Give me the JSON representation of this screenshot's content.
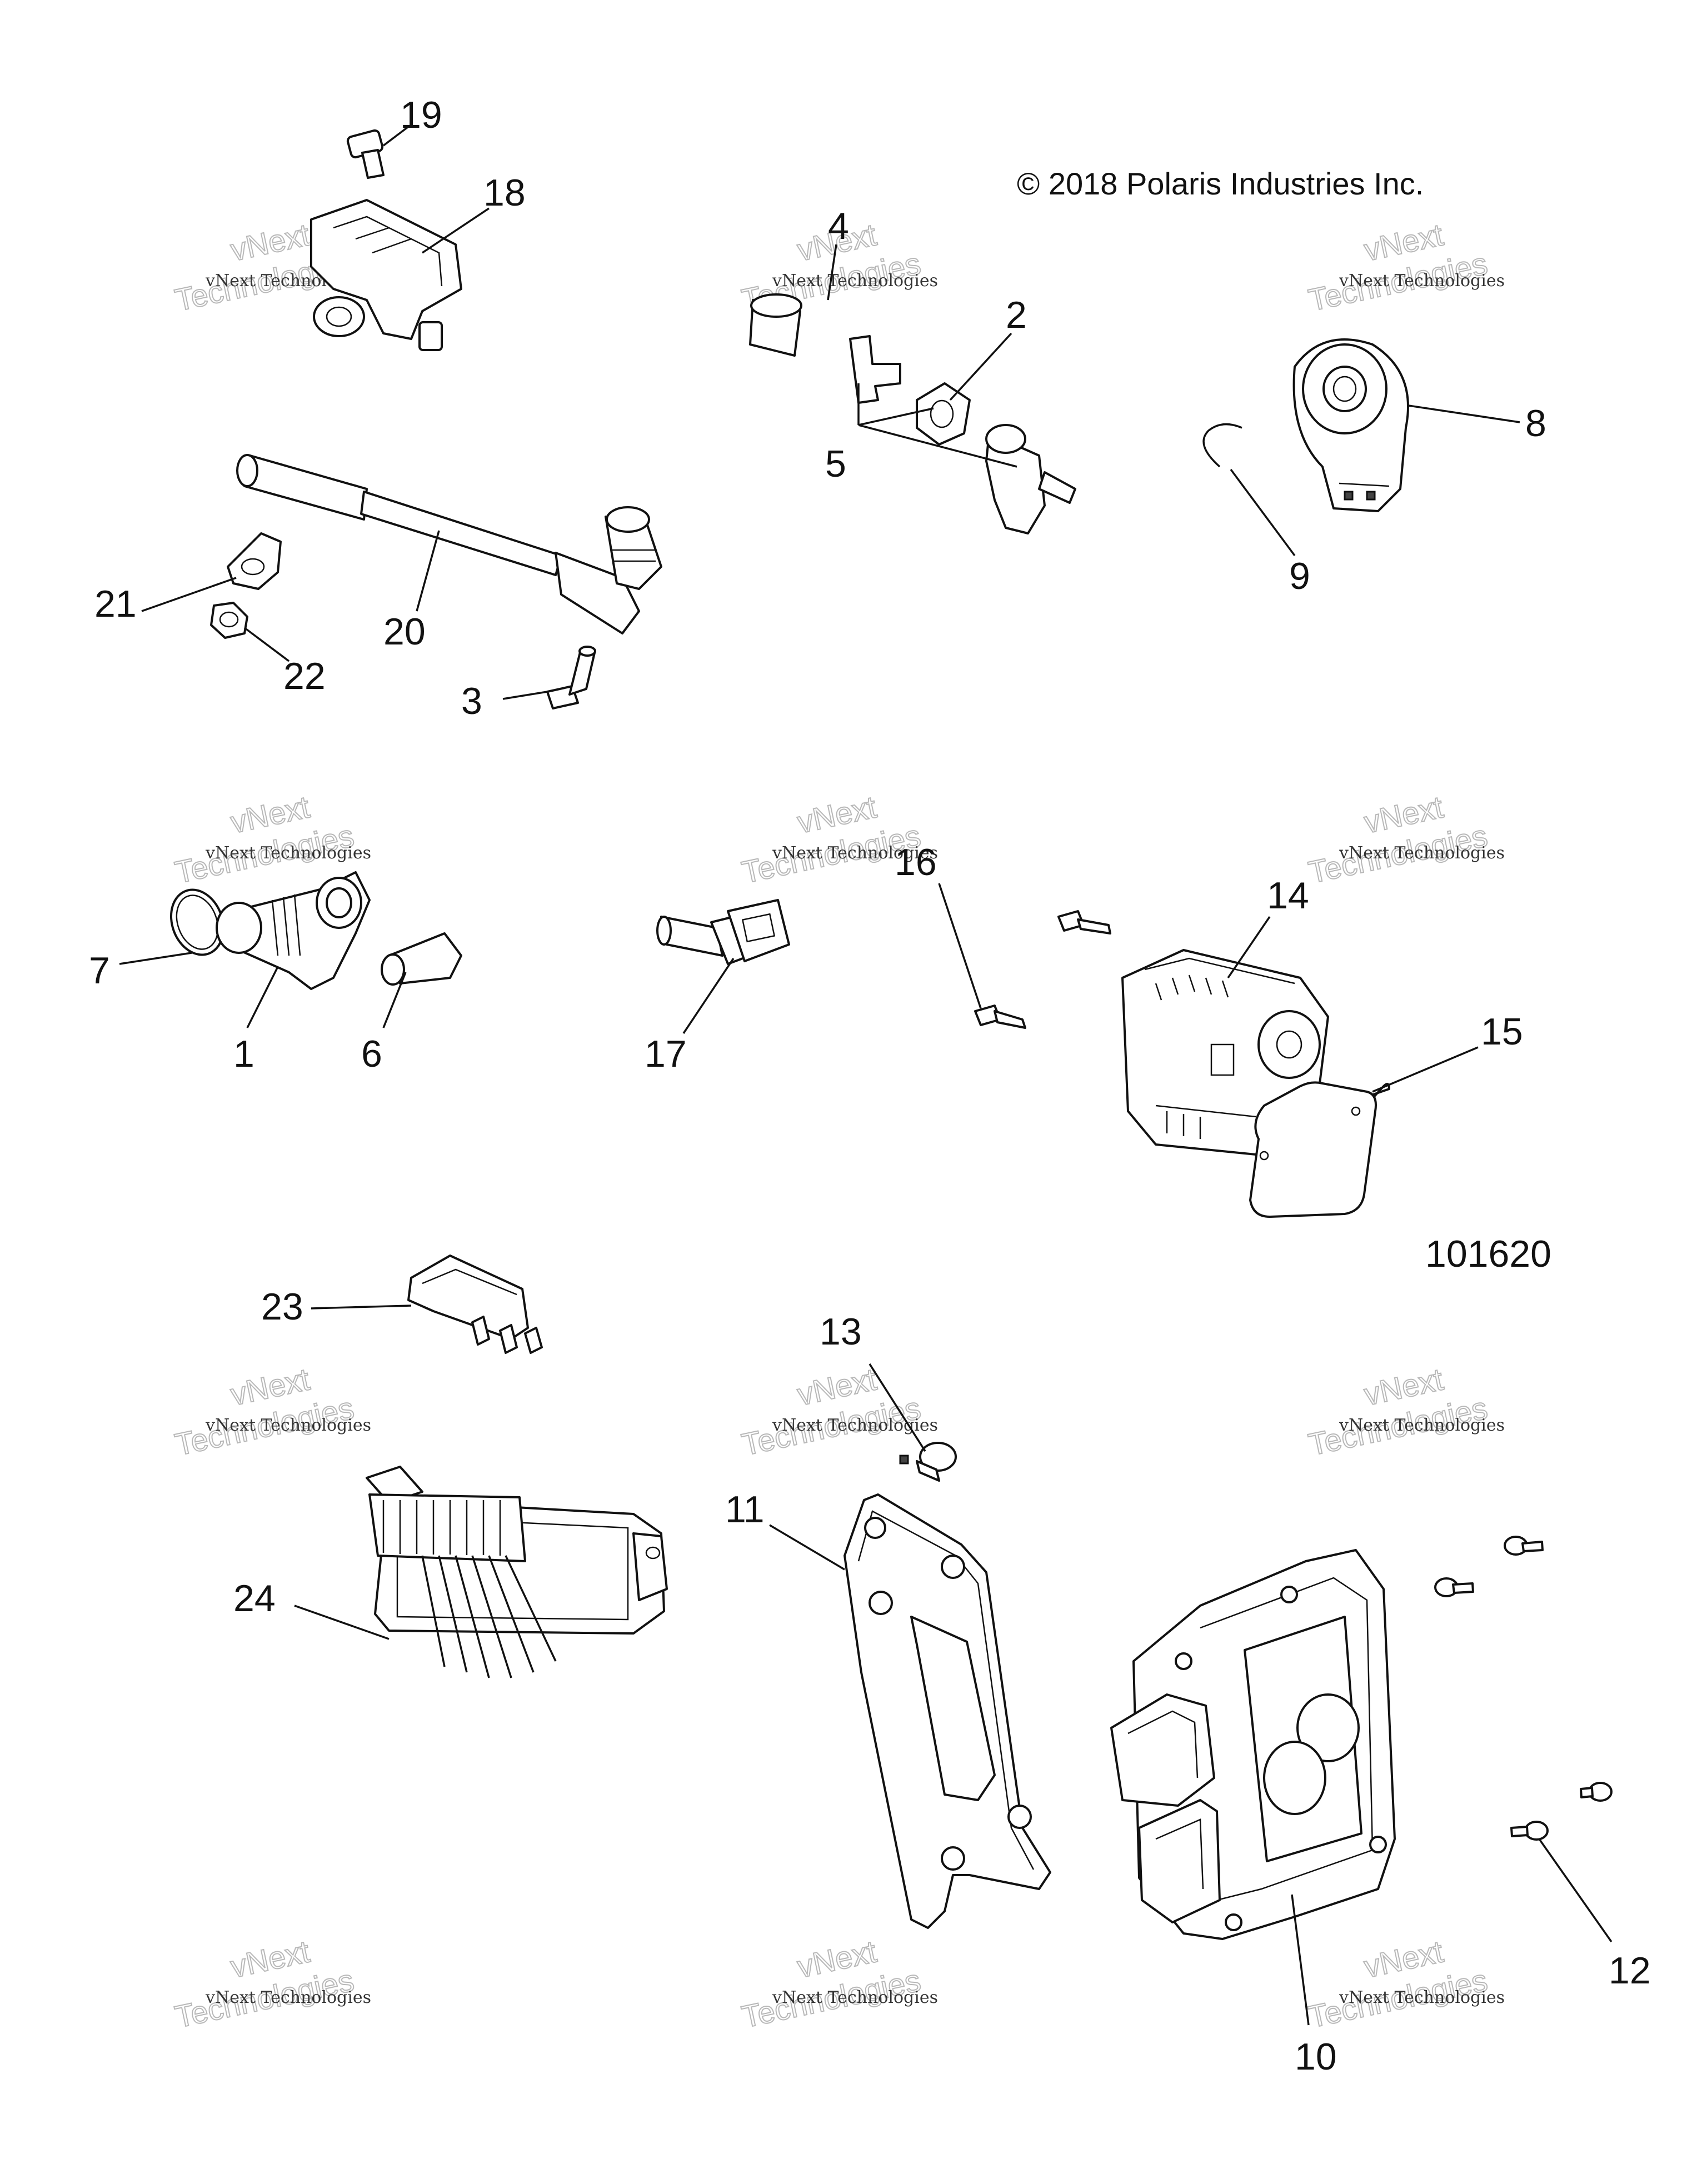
{
  "copyright": "© 2018 Polaris Industries Inc.",
  "figure_number": "101620",
  "watermark": {
    "line1": "vNext Technologies",
    "line2": "Technologies",
    "corner": "vNext"
  },
  "callouts": {
    "c1": "1",
    "c2": "2",
    "c3": "3",
    "c4": "4",
    "c5": "5",
    "c6": "6",
    "c7": "7",
    "c8": "8",
    "c9": "9",
    "c10": "10",
    "c11": "11",
    "c12": "12",
    "c13": "13",
    "c14": "14",
    "c15": "15",
    "c16": "16",
    "c17": "17",
    "c18": "18",
    "c19": "19",
    "c20": "20",
    "c21": "21",
    "c22": "22",
    "c23": "23",
    "c24": "24"
  }
}
